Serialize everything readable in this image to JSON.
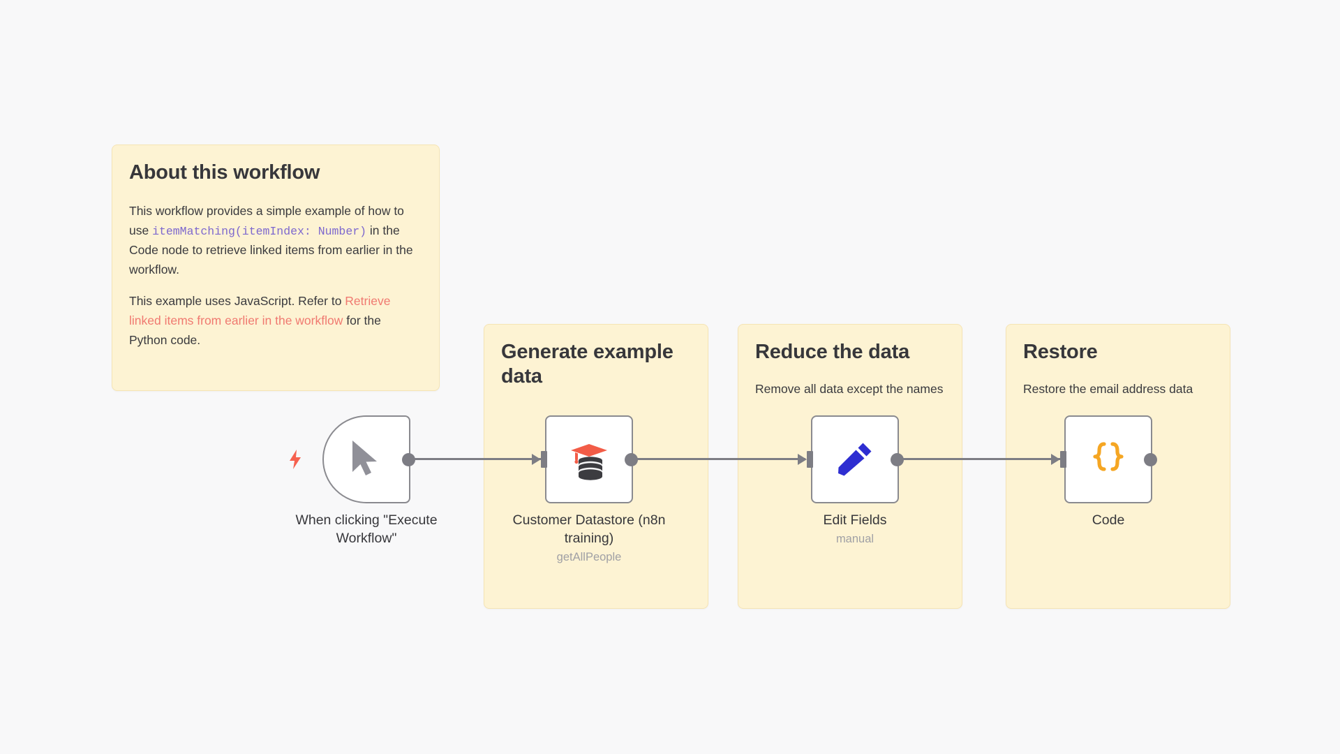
{
  "canvas": {
    "background": "#f8f8f9",
    "sticky_color": "#FDF3D3",
    "sticky_border": "#F5E4B4",
    "connector_color": "#7d7d84",
    "accent_red": "#f07970",
    "accent_purple": "#7d68ce"
  },
  "notes": {
    "about": {
      "title": "About this workflow",
      "para1_before": "This workflow provides a simple example of how to use ",
      "para1_code": "itemMatching(itemIndex: Number)",
      "para1_after": " in the Code node to retrieve linked items from earlier in the workflow.",
      "para2_before": "This example uses JavaScript. Refer to ",
      "para2_link": "Retrieve linked items from earlier in the workflow",
      "para2_after": " for the Python code."
    },
    "generate": {
      "title": "Generate example data",
      "subtitle": ""
    },
    "reduce": {
      "title": "Reduce the data",
      "subtitle": "Remove all data except the names"
    },
    "restore": {
      "title": "Restore",
      "subtitle": "Restore the email address data"
    }
  },
  "nodes": [
    {
      "id": "manual-trigger",
      "label": "When clicking \"Execute Workflow\"",
      "subtitle": "",
      "icon": "mouse-pointer-icon",
      "icon_color": "#909098"
    },
    {
      "id": "customer-datastore",
      "label": "Customer Datastore (n8n training)",
      "subtitle": "getAllPeople",
      "icon": "graduation-database-icon",
      "icon_color": "#f25c47"
    },
    {
      "id": "edit-fields",
      "label": "Edit Fields",
      "subtitle": "manual",
      "icon": "pencil-icon",
      "icon_color": "#2e2ed1"
    },
    {
      "id": "code",
      "label": "Code",
      "subtitle": "",
      "icon": "curly-braces-icon",
      "icon_color": "#f5a623"
    }
  ]
}
